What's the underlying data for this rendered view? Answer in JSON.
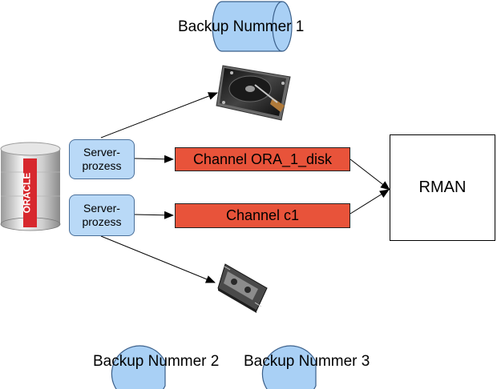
{
  "database": {
    "brand": "ORACLE"
  },
  "server_processes": [
    {
      "label": "Server-\nprozess"
    },
    {
      "label": "Server-\nprozess"
    }
  ],
  "channels": [
    {
      "label": "Channel ORA_1_disk"
    },
    {
      "label": "Channel c1"
    }
  ],
  "rman": {
    "label": "RMAN"
  },
  "backups": [
    {
      "label": "Backup Nummer 1",
      "medium": "disk"
    },
    {
      "label": "Backup Nummer 2",
      "medium": "tape"
    },
    {
      "label": "Backup Nummer 3",
      "medium": "tape"
    }
  ],
  "icons": {
    "database": "oracle-database-icon",
    "disk": "hard-disk-icon",
    "tape": "tape-cartridge-icon"
  },
  "colors": {
    "server_fill": "#b9d9f7",
    "channel_fill": "#e8533a",
    "backup_fill": "#a9d0f5",
    "oracle_red": "#d7282e"
  }
}
